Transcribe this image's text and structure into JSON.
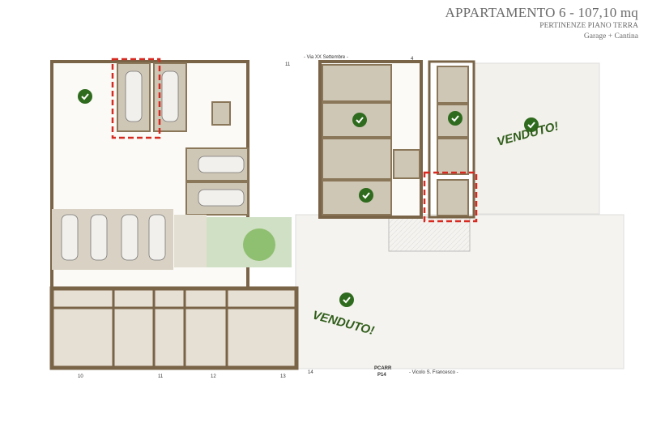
{
  "header": {
    "title": "APPARTAMENTO 6 - 107,10 mq",
    "subtitle": "PERTINENZE PIANO TERRA",
    "caption": "Garage + Cantina"
  },
  "plan": {
    "street_top": "- Via XX Settembre -",
    "street_bottom": "- Vicolo S. Francesco -",
    "parking_label": "PCARR",
    "parking_code": "P14",
    "sold_labels": [
      "VENDUTO!",
      "VENDUTO!"
    ],
    "numbers": [
      "11",
      "4",
      "10",
      "11",
      "12",
      "13",
      "14"
    ],
    "colors": {
      "wall": "#7a6448",
      "floor": "#d9d2c4",
      "garden": "#cfe0c4",
      "check": "#2f6b1e",
      "highlight": "#d62a20",
      "sold_text": "#2f5d1a"
    }
  }
}
